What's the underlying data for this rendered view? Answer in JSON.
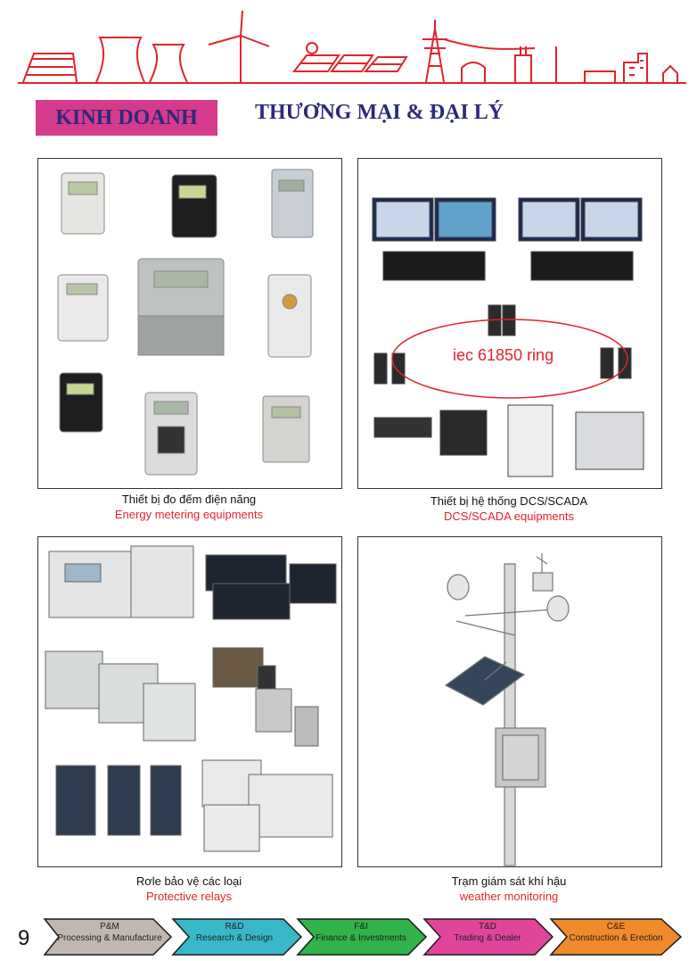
{
  "header": {
    "badge": "KINH DOANH",
    "title": "THƯƠNG MẠI & ĐẠI LÝ"
  },
  "panels": [
    {
      "vi": "Thiết bị đo đếm điện năng",
      "en": "Energy metering equipments"
    },
    {
      "vi": "Thiết bị hệ thống  DCS/SCADA",
      "en": "DCS/SCADA equipments",
      "diagram_label": "iec 61850 ring"
    },
    {
      "vi": "Rơle bảo vệ các loại",
      "en": "Protective relays"
    },
    {
      "vi": "Trạm giám sát khí hậu",
      "en": "weather monitoring"
    }
  ],
  "footer": {
    "page_number": "9",
    "steps": [
      {
        "abbr": "P&M",
        "name": "Processing & Manufacture",
        "color": "#c0b6b2"
      },
      {
        "abbr": "R&D",
        "name": "Research & Design",
        "color": "#38b8c8"
      },
      {
        "abbr": "F&I",
        "name": "Finance & Investments",
        "color": "#2fb34a"
      },
      {
        "abbr": "T&D",
        "name": "Trading & Dealer",
        "color": "#e0459a"
      },
      {
        "abbr": "C&E",
        "name": "Construction & Erection",
        "color": "#f08a2a"
      }
    ]
  },
  "colors": {
    "accent": "#d63a8c",
    "navy": "#2c2a7a",
    "red": "#e0242b"
  }
}
